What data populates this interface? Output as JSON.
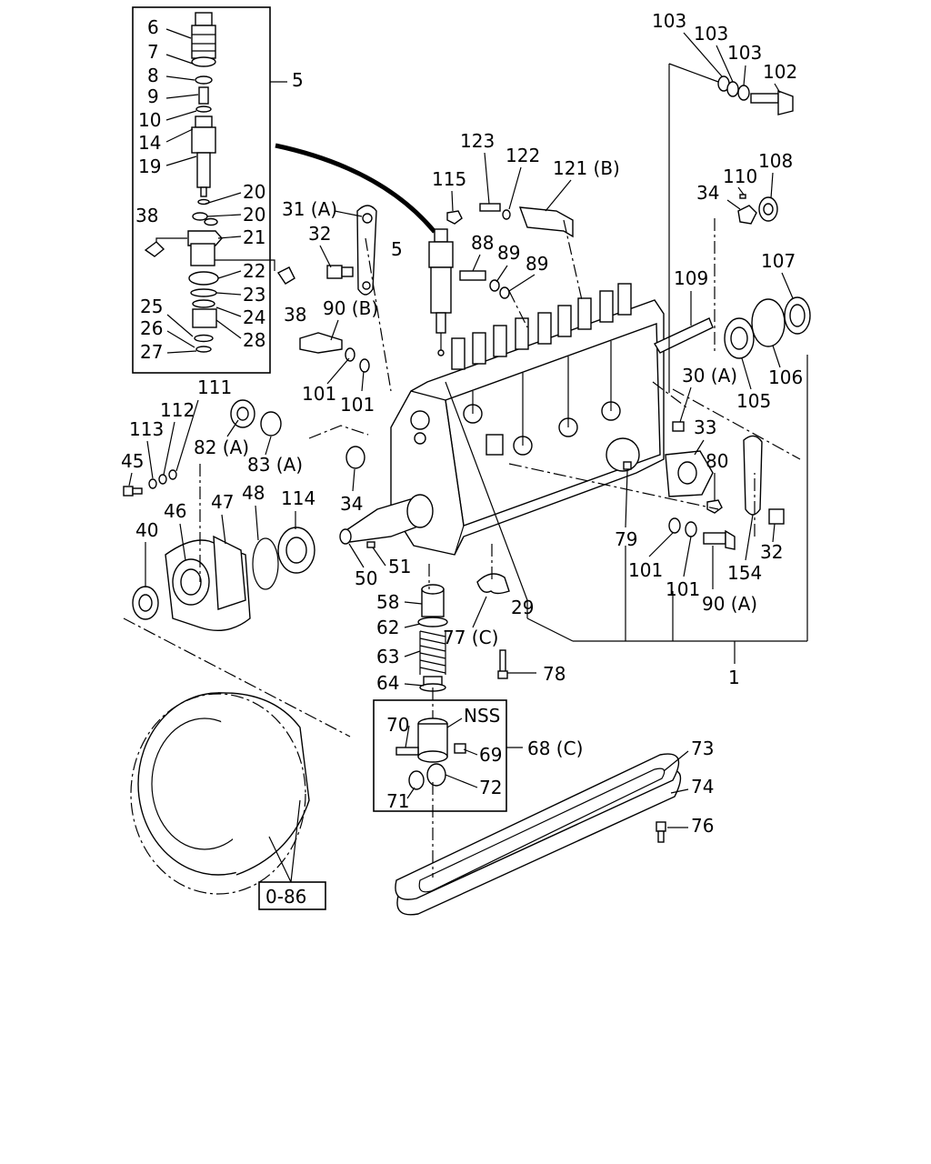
{
  "labels": {
    "l6": "6",
    "l7": "7",
    "l8": "8",
    "l9": "9",
    "l10": "10",
    "l14": "14",
    "l19": "19",
    "l20a": "20",
    "l20b": "20",
    "l21": "21",
    "l22": "22",
    "l23": "23",
    "l24": "24",
    "l25": "25",
    "l26": "26",
    "l27": "27",
    "l28": "28",
    "l38a": "38",
    "l38b": "38",
    "l5a": "5",
    "l5b": "5",
    "l31a": "31 (A)",
    "l32a": "32",
    "l90b": "90 (B)",
    "l101a": "101",
    "l101b": "101",
    "l111": "111",
    "l112": "112",
    "l113": "113",
    "l45": "45",
    "l82a": "82 (A)",
    "l83a": "83 (A)",
    "l34a": "34",
    "l40": "40",
    "l46": "46",
    "l47": "47",
    "l48": "48",
    "l114": "114",
    "l50": "50",
    "l51": "51",
    "l58": "58",
    "l62": "62",
    "l63": "63",
    "l64": "64",
    "l77c": "77 (C)",
    "l29": "29",
    "l78": "78",
    "l115": "115",
    "l123": "123",
    "l122": "122",
    "l121b": "121 (B)",
    "l88": "88",
    "l89a": "89",
    "l89b": "89",
    "l103a": "103",
    "l103b": "103",
    "l103c": "103",
    "l102": "102",
    "l110": "110",
    "l108": "108",
    "l34b": "34",
    "l109": "109",
    "l107": "107",
    "l105": "105",
    "l106": "106",
    "l30a": "30 (A)",
    "l33": "33",
    "l80": "80",
    "l79": "79",
    "l101c": "101",
    "l101d": "101",
    "l90a": "90 (A)",
    "l154": "154",
    "l32b": "32",
    "l1": "1",
    "l70": "70",
    "l69": "69",
    "l71": "71",
    "l72": "72",
    "lnss": "NSS",
    "l68c": "68 (C)",
    "l73": "73",
    "l74": "74",
    "l76": "76",
    "l086": "0-86"
  }
}
